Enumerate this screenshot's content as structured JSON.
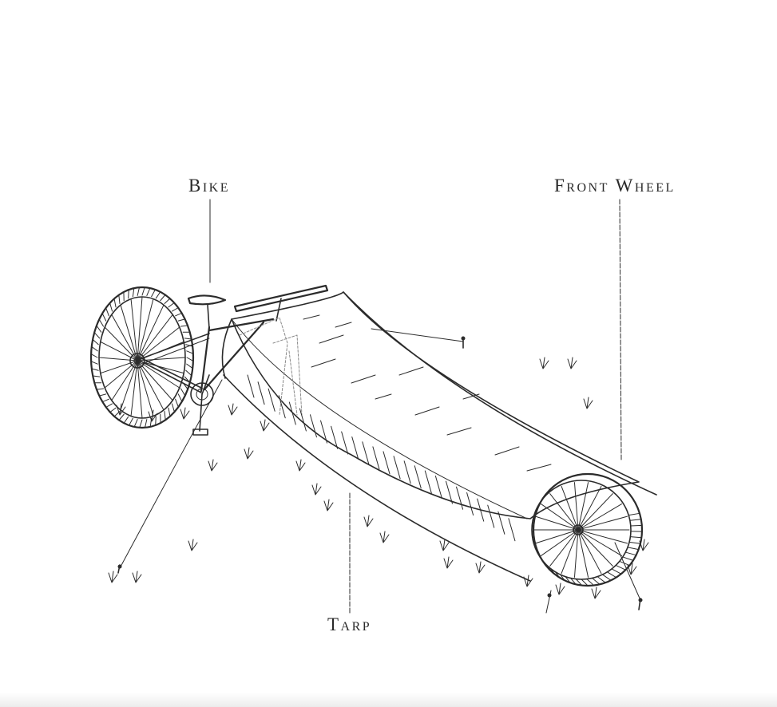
{
  "labels": {
    "bike": "Bike",
    "front_wheel": "Front Wheel",
    "tarp": "Tarp"
  },
  "colors": {
    "background": "#ffffff",
    "ink": "#2b2b2b"
  }
}
